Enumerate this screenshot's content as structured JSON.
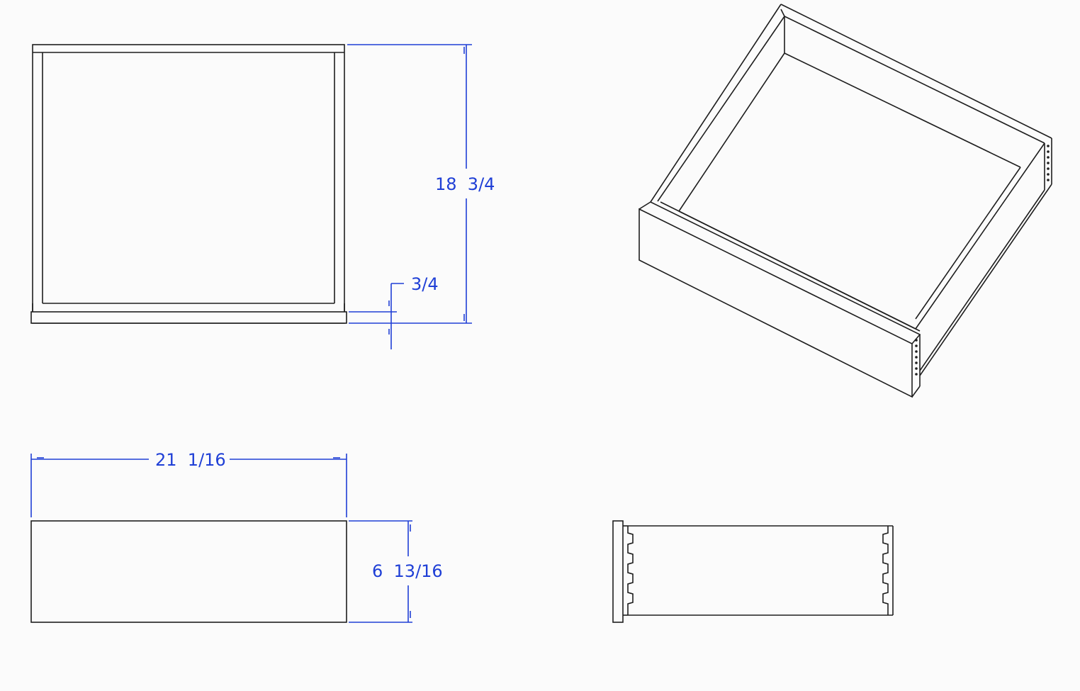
{
  "colors": {
    "line": "#1e1e1e",
    "dimension": "#1f3fd6",
    "background": "#fbfbfb"
  },
  "dimensions": {
    "depth": "18  3/4",
    "front_thickness": "3/4",
    "width": "21  1/16",
    "height": "6  13/16"
  }
}
